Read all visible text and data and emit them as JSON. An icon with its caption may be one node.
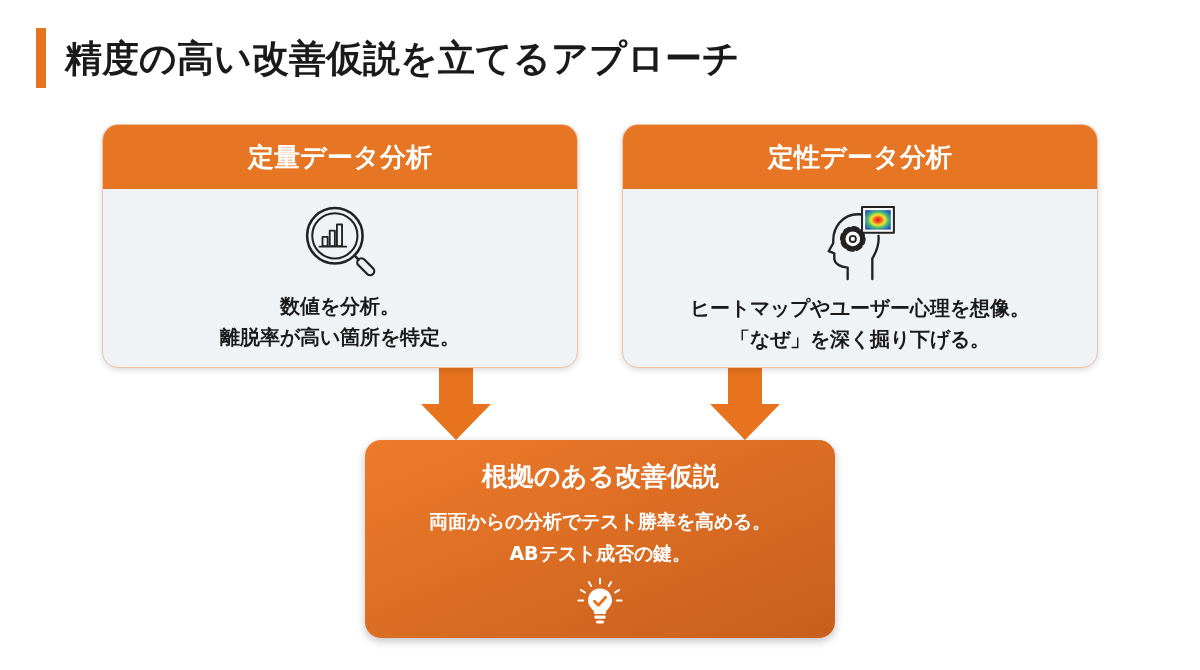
{
  "diagram": {
    "title": "精度の高い改善仮説を立てるアプローチ",
    "nodes": [
      {
        "text": [
          "定量データ分析",
          "数値を分析。離脱率が高い箇所を特定。"
        ]
      },
      {
        "text": [
          "定性データ分析",
          "ヒートマップやユーザー心理を想像。「なぜ」を深く掘り下げる。"
        ]
      },
      {
        "text": [
          "根拠のある改善仮説",
          "両面からの分析でテスト勝率を高める。ABテスト成否の鍵。"
        ]
      }
    ],
    "edges": [
      {
        "from": 0,
        "to": 2,
        "arrow": "to"
      },
      {
        "from": 1,
        "to": 2,
        "arrow": "to"
      }
    ]
  }
}
